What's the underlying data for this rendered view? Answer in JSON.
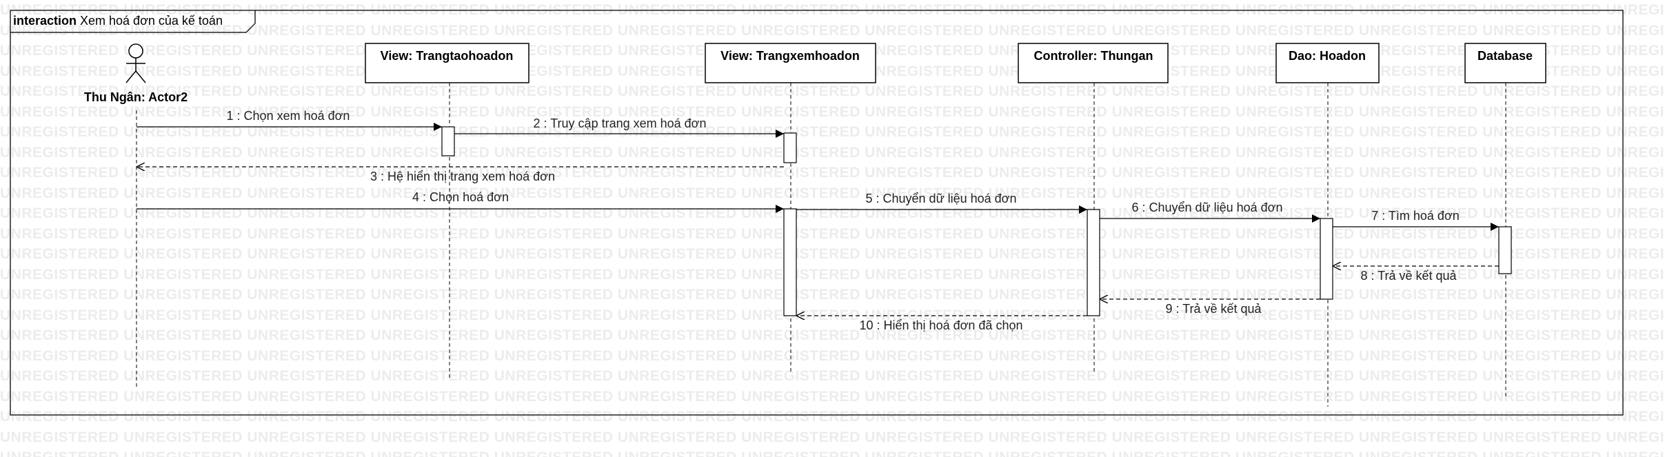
{
  "watermark_text": "UNREGISTERED",
  "frame": {
    "keyword": "interaction",
    "title": "Xem hoá đơn của kế toán"
  },
  "lifelines": [
    {
      "id": "actor",
      "label": "Thu Ngân: Actor2",
      "kind": "actor"
    },
    {
      "id": "view1",
      "label": "View: Trangtaohoadon",
      "kind": "box"
    },
    {
      "id": "view2",
      "label": "View: Trangxemhoadon",
      "kind": "box"
    },
    {
      "id": "controller",
      "label": "Controller: Thungan",
      "kind": "box"
    },
    {
      "id": "dao",
      "label": "Dao: Hoadon",
      "kind": "box"
    },
    {
      "id": "db",
      "label": "Database",
      "kind": "box"
    }
  ],
  "messages": [
    {
      "label": "1 : Chọn xem hoá đơn",
      "from": "actor",
      "to": "view1",
      "type": "sync"
    },
    {
      "label": "2 : Truy cập trang xem hoá đơn",
      "from": "view1",
      "to": "view2",
      "type": "sync"
    },
    {
      "label": "3 : Hệ hiển thị trang xem hoá đơn",
      "from": "view2",
      "to": "actor",
      "type": "return"
    },
    {
      "label": "4 : Chọn hoá đơn",
      "from": "actor",
      "to": "view2",
      "type": "sync"
    },
    {
      "label": "5 : Chuyển dữ liệu hoá đơn",
      "from": "view2",
      "to": "controller",
      "type": "sync"
    },
    {
      "label": "6 : Chuyển dữ liệu hoá đơn",
      "from": "controller",
      "to": "dao",
      "type": "sync"
    },
    {
      "label": "7 : Tìm hoá đơn",
      "from": "dao",
      "to": "db",
      "type": "sync"
    },
    {
      "label": "8 : Trả về kết quả",
      "from": "db",
      "to": "dao",
      "type": "return"
    },
    {
      "label": "9 : Trả về kết quả",
      "from": "dao",
      "to": "controller",
      "type": "return"
    },
    {
      "label": "10 : Hiển thị hoá đơn đã chọn",
      "from": "controller",
      "to": "view2",
      "type": "return"
    }
  ]
}
